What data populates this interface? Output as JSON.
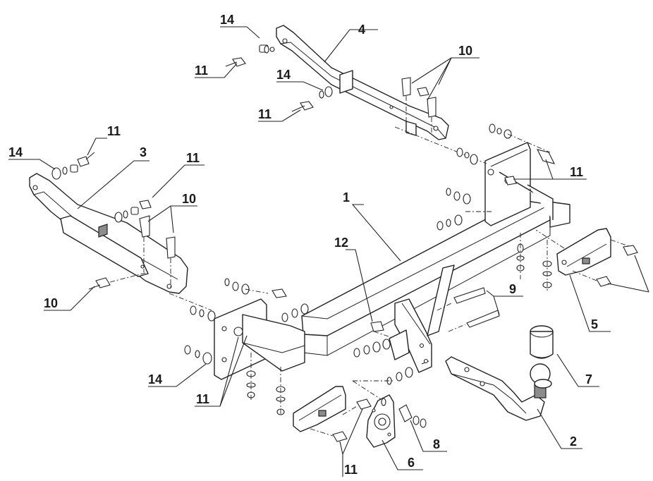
{
  "diagram": {
    "callouts": [
      {
        "id": "c14a",
        "text": "14"
      },
      {
        "id": "c4",
        "text": "4"
      },
      {
        "id": "c10a",
        "text": "10"
      },
      {
        "id": "c11a",
        "text": "11"
      },
      {
        "id": "c14b",
        "text": "14"
      },
      {
        "id": "c11b",
        "text": "11"
      },
      {
        "id": "c11c",
        "text": "11"
      },
      {
        "id": "c14c",
        "text": "14"
      },
      {
        "id": "c3",
        "text": "3"
      },
      {
        "id": "c11d",
        "text": "11"
      },
      {
        "id": "c10b",
        "text": "10"
      },
      {
        "id": "c11e",
        "text": "11"
      },
      {
        "id": "c1",
        "text": "1"
      },
      {
        "id": "c12",
        "text": "12"
      },
      {
        "id": "c10c",
        "text": "10"
      },
      {
        "id": "c9",
        "text": "9"
      },
      {
        "id": "c5",
        "text": "5"
      },
      {
        "id": "c14d",
        "text": "14"
      },
      {
        "id": "c11f",
        "text": "11"
      },
      {
        "id": "c7",
        "text": "7"
      },
      {
        "id": "c8",
        "text": "8"
      },
      {
        "id": "c2",
        "text": "2"
      },
      {
        "id": "c6",
        "text": "6"
      },
      {
        "id": "c11g",
        "text": "11"
      }
    ]
  }
}
